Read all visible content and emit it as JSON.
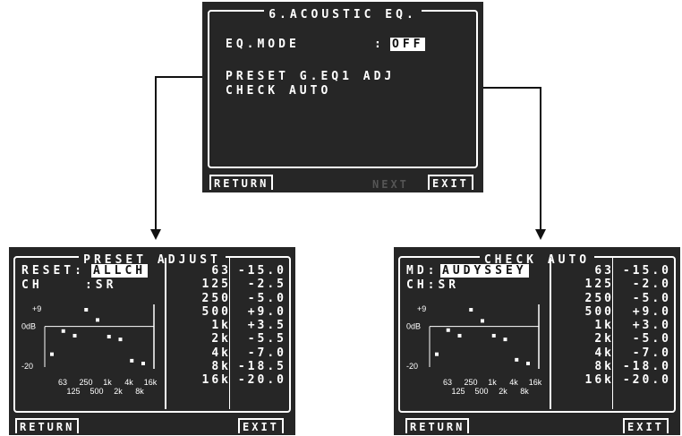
{
  "main": {
    "title": "6.ACOUSTIC EQ.",
    "eq_mode_label": "EQ.MODE",
    "eq_mode_sep": ":",
    "eq_mode_value": "OFF",
    "line_preset": "PRESET G.EQ1 ADJ",
    "line_check": "CHECK AUTO",
    "return_label": "RETURN",
    "next_label": "NEXT",
    "exit_label": "EXIT"
  },
  "preset": {
    "title": "PRESET ADJUST",
    "reset_label": "RESET:",
    "reset_value": "ALLCH",
    "ch_label": "CH    :SR",
    "freqs": [
      "63",
      "125",
      "250",
      "500",
      "1k",
      "2k",
      "4k",
      "8k",
      "16k"
    ],
    "values": [
      "-15.0",
      "-2.5",
      "-5.0",
      "+9.0",
      "+3.5",
      "-5.5",
      "-7.0",
      "-18.5",
      "-20.0"
    ],
    "return_label": "RETURN",
    "exit_label": "EXIT"
  },
  "check": {
    "title": "CHECK AUTO",
    "md_label": "MD:",
    "md_value": "AUDYSSEY",
    "ch_label": "CH:SR",
    "freqs": [
      "63",
      "125",
      "250",
      "500",
      "1k",
      "2k",
      "4k",
      "8k",
      "16k"
    ],
    "values": [
      "-15.0",
      "-2.0",
      "-5.0",
      "+9.0",
      "+3.0",
      "-5.0",
      "-7.0",
      "-18.0",
      "-20.0"
    ],
    "return_label": "RETURN",
    "exit_label": "EXIT"
  },
  "graph": {
    "y_top": "+9",
    "y_mid": "0dB",
    "y_bot": "-20",
    "x_row1": [
      "63",
      "250",
      "1k",
      "4k",
      "16k"
    ],
    "x_row2": [
      "125",
      "500",
      "2k",
      "8k"
    ]
  },
  "chart_data": [
    {
      "type": "scatter",
      "categories": [
        "63",
        "125",
        "250",
        "500",
        "1k",
        "2k",
        "4k",
        "8k",
        "16k"
      ],
      "values": [
        -15.0,
        -2.5,
        -5.0,
        9.0,
        3.5,
        -5.5,
        -7.0,
        -18.5,
        -20.0
      ],
      "ylim": [
        -20,
        9
      ]
    },
    {
      "type": "scatter",
      "categories": [
        "63",
        "125",
        "250",
        "500",
        "1k",
        "2k",
        "4k",
        "8k",
        "16k"
      ],
      "values": [
        -15.0,
        -2.0,
        -5.0,
        9.0,
        3.0,
        -5.0,
        -7.0,
        -18.0,
        -20.0
      ],
      "ylim": [
        -20,
        9
      ]
    }
  ]
}
